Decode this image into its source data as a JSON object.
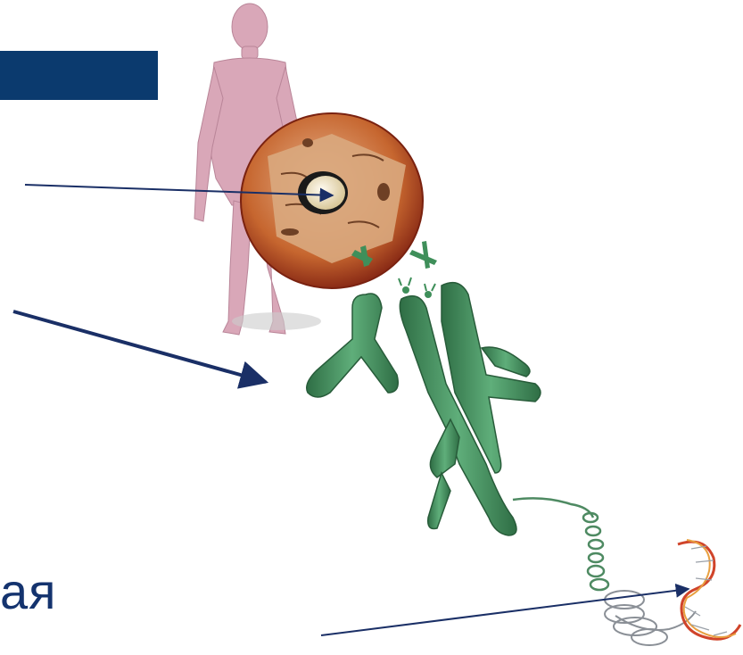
{
  "header_bar": {
    "color": "#0b3a6e"
  },
  "partial_label": {
    "text": "ая",
    "color": "#14336e"
  },
  "arrows": [
    {
      "name": "arrow-to-nucleus",
      "color": "#1a2f66",
      "target": "nucleus"
    },
    {
      "name": "arrow-to-chromosome",
      "color": "#1a2f66",
      "target": "chromosome"
    },
    {
      "name": "arrow-to-dna",
      "color": "#1a2f66",
      "target": "dna"
    }
  ],
  "illustration": {
    "items": [
      "human-figure",
      "cell",
      "nucleus",
      "chromosome",
      "dna"
    ],
    "colors": {
      "human": "#d9a7b8",
      "cell_membrane": "#b0432a",
      "cytoplasm": "#d8a07a",
      "nucleus": "#f3e8c8",
      "chromosome": "#3f8f5a",
      "dna_strand_a": "#d0442a",
      "dna_strand_b": "#8a8f96"
    }
  }
}
